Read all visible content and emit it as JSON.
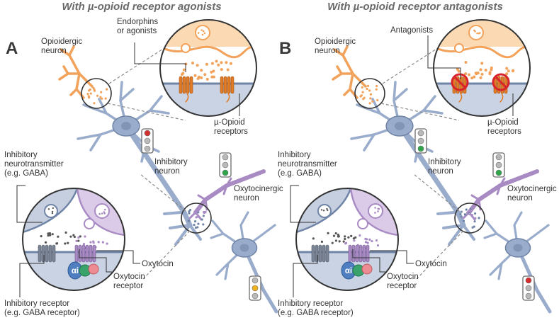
{
  "panels": [
    {
      "letter": "A",
      "title": "With µ-opioid receptor agonists",
      "labels": {
        "opioidergic_neuron": [
          "Opioidergic",
          "neuron"
        ],
        "endorphins": [
          "Endorphins",
          "or agonists"
        ],
        "mu_opioid_receptors": [
          "µ-Opioid",
          "receptors"
        ],
        "inhibitory_neurotransmitter": [
          "Inhibitory",
          "neurotransmitter",
          "(e.g. GABA)"
        ],
        "inhibitory_neuron": [
          "Inhibitory",
          "neuron"
        ],
        "oxytocinergic_neuron": [
          "Oxytocinergic",
          "neuron"
        ],
        "oxytocin": [
          "Oxytocin"
        ],
        "oxytocin_receptor": [
          "Oxytocin",
          "receptor"
        ],
        "inhibitory_receptor": [
          "Inhibitory receptor",
          "(e.g. GABA receptor)"
        ],
        "g_protein_subunit": "αi"
      }
    },
    {
      "letter": "B",
      "title": "With µ-opioid receptor antagonists",
      "labels": {
        "opioidergic_neuron": [
          "Opioidergic",
          "neuron"
        ],
        "antagonists": [
          "Antagonists"
        ],
        "mu_opioid_receptors": [
          "µ-Opioid",
          "receptors"
        ],
        "inhibitory_neurotransmitter": [
          "Inhibitory",
          "neurotransmitter",
          "(e.g. GABA)"
        ],
        "inhibitory_neuron": [
          "Inhibitory",
          "neuron"
        ],
        "oxytocinergic_neuron": [
          "Oxytocinergic",
          "neuron"
        ],
        "oxytocin": [
          "Oxytocin"
        ],
        "oxytocin_receptor": [
          "Oxytocin",
          "receptor"
        ],
        "inhibitory_receptor": [
          "Inhibitory receptor",
          "(e.g. GABA receptor)"
        ],
        "g_protein_subunit": "αi"
      }
    }
  ],
  "traffic_lights": {
    "A": {
      "inhibitory": "red",
      "oxytocinergic": "green",
      "downstream": "yellow"
    },
    "B": {
      "inhibitory": "green",
      "oxytocinergic": "green",
      "downstream": "red"
    }
  },
  "colors": {
    "opioidergic": "#f2a25a",
    "opioid_vesicle": "#fbd9b3",
    "inhibitory_neuron": "#9aaccb",
    "inhibitory_neuron_dark": "#6f84a6",
    "oxytocinergic": "#a98bc4",
    "oxytocin_light": "#dccbe8",
    "receptor_orange": "#e07b28",
    "gaba_receptor": "#7b8597",
    "blocked": "#d8232a",
    "g_alpha": "#4f7fc0",
    "g_beta": "#3aa36b",
    "g_gamma": "#ee8c93",
    "light_red": "#d32f2f",
    "light_green": "#2fa64a",
    "light_yellow": "#f2b51d",
    "light_off": "#b9b9b9"
  }
}
